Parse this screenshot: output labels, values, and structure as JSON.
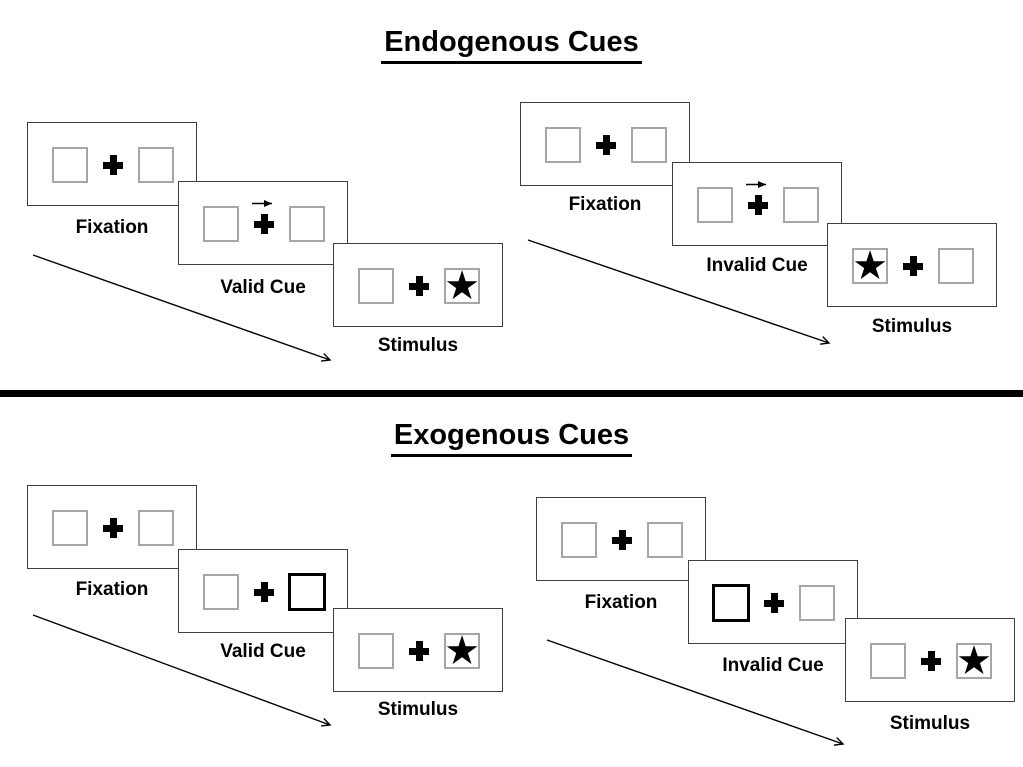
{
  "page": {
    "background": "#ffffff"
  },
  "colors": {
    "ink": "#000000",
    "panel_border": "#404040",
    "box_border": "#a6a6a6",
    "cue_highlight_border": "#000000",
    "divider": "#000000"
  },
  "icons": {
    "star_glyph": "★",
    "fixation_cross": "plus-cross",
    "cue_arrow": "right-arrow",
    "sequence_arrow": "diagonal-down-right-arrow"
  },
  "sections": [
    {
      "id": "endogenous",
      "title": "Endogenous Cues",
      "sequences": [
        {
          "name": "valid-trial",
          "panels": [
            {
              "label": "Fixation",
              "type": "fixation"
            },
            {
              "label": "Valid Cue",
              "type": "arrow-cue",
              "arrow_points": "right"
            },
            {
              "label": "Stimulus",
              "type": "stimulus",
              "star_in": "right"
            }
          ]
        },
        {
          "name": "invalid-trial",
          "panels": [
            {
              "label": "Fixation",
              "type": "fixation"
            },
            {
              "label": "Invalid Cue",
              "type": "arrow-cue",
              "arrow_points": "right"
            },
            {
              "label": "Stimulus",
              "type": "stimulus",
              "star_in": "left"
            }
          ]
        }
      ]
    },
    {
      "id": "exogenous",
      "title": "Exogenous Cues",
      "sequences": [
        {
          "name": "valid-trial",
          "panels": [
            {
              "label": "Fixation",
              "type": "fixation"
            },
            {
              "label": "Valid Cue",
              "type": "box-cue",
              "highlighted_box": "right"
            },
            {
              "label": "Stimulus",
              "type": "stimulus",
              "star_in": "right"
            }
          ]
        },
        {
          "name": "invalid-trial",
          "panels": [
            {
              "label": "Fixation",
              "type": "fixation"
            },
            {
              "label": "Invalid Cue",
              "type": "box-cue",
              "highlighted_box": "left"
            },
            {
              "label": "Stimulus",
              "type": "stimulus",
              "star_in": "right"
            }
          ]
        }
      ]
    }
  ]
}
